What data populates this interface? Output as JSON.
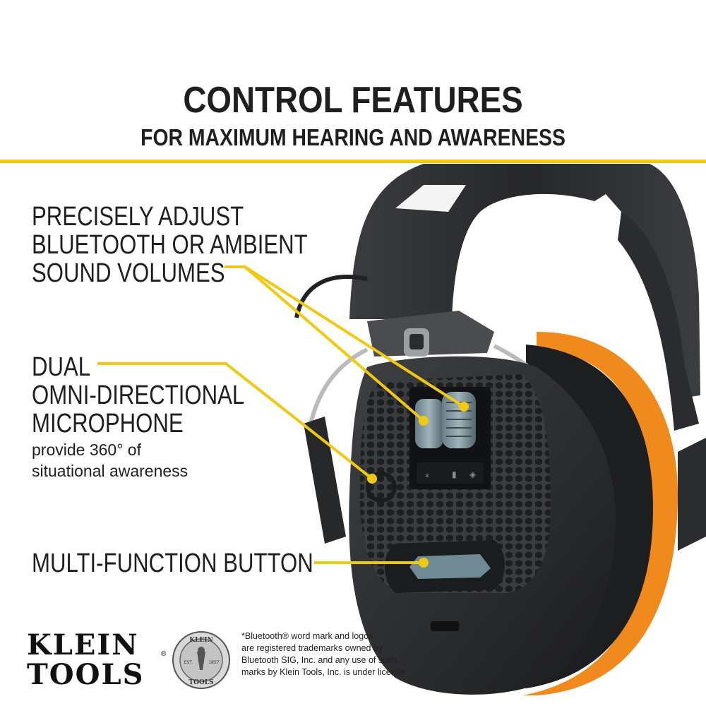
{
  "header": {
    "title": "CONTROL FEATURES",
    "subtitle": "FOR MAXIMUM HEARING AND AWARENESS"
  },
  "callouts": {
    "adjust": [
      "PRECISELY ADJUST",
      "BLUETOOTH OR AMBIENT",
      "SOUND VOLUMES"
    ],
    "microphone": [
      "DUAL",
      "OMNI-DIRECTIONAL",
      "MICROPHONE"
    ],
    "microphone_detail": [
      "provide 360° of",
      "situational awareness"
    ],
    "button": "MULTI-FUNCTION BUTTON"
  },
  "brand": {
    "logo_lines": [
      "KLEIN",
      "TOOLS"
    ],
    "registered_mark": "®",
    "seal_text_top": "KLEIN",
    "seal_text_bottom": "TOOLS",
    "seal_est": "EST.",
    "seal_year": "1857"
  },
  "disclaimer": [
    "*Bluetooth® word mark and logos",
    "are registered trademarks owned by",
    "Bluetooth SIG, Inc. and any use of such",
    "marks by Klein Tools, Inc. is under license."
  ],
  "colors": {
    "accent_yellow": "#f2c911",
    "earcup_orange": "#f08a1c",
    "shell_black": "#2a2b2d",
    "text_dark": "#1f1f1f"
  }
}
